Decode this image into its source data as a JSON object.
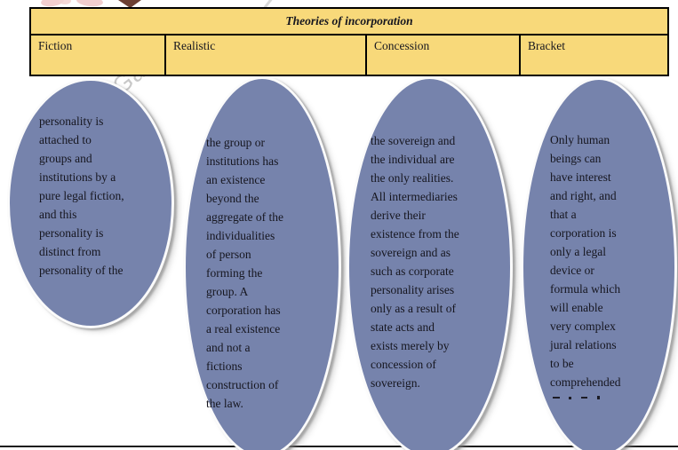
{
  "title": "Theories of incorporation",
  "columns": [
    {
      "header": "Fiction",
      "body": "personality is\nattached to\ngroups and\ninstitutions by a\npure legal fiction,\nand this\npersonality is\ndistinct from\npersonality of the"
    },
    {
      "header": "Realistic",
      "body": "the group or\ninstitutions has\nan existence\nbeyond the\naggregate of the\nindividualities\nof person\nforming the\ngroup. A\ncorporation has\na real existence\nand not a\nfictions\nconstruction of\nthe law."
    },
    {
      "header": "Concession",
      "body": "the sovereign and\nthe individual are\nthe only realities.\nAll intermediaries\nderive their\nexistence from the\nsovereign and as\nsuch as corporate\npersonality arises\nonly as a result of\nstate acts and\nexists merely by\nconcession of\nsovereign."
    },
    {
      "header": "Bracket",
      "body": "Only human\nbeings can\nhave interest\nand right, and\nthat a\ncorporation is\nonly a legal\ndevice or\nformula which\nwill enable\nvery complex\njural relations\nto be\ncomprehended"
    }
  ],
  "watermark": {
    "fragment": "Gat"
  },
  "colors": {
    "table_fill": "#f8d97a",
    "table_border": "#000000",
    "ellipse_fill": "#7683ac",
    "ellipse_border": "#fbfbfb",
    "text": "#16161f",
    "watermark_gray": "#b6b6b6",
    "logo_pink": "#f0c6c6",
    "logo_brown": "#6d4033"
  }
}
